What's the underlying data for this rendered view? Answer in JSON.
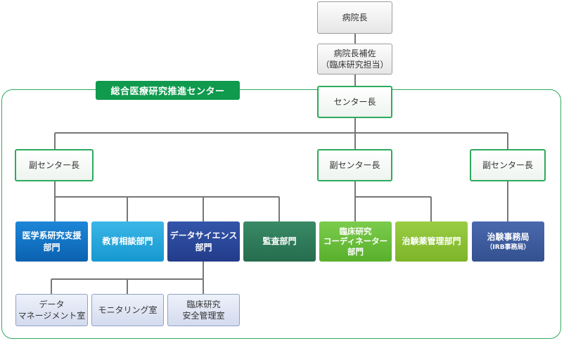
{
  "top": {
    "director": "病院長",
    "assistant_line1": "病院長補佐",
    "assistant_line2": "（臨床研究担当）"
  },
  "center": {
    "name": "総合医療研究推進センター",
    "head": "センター長",
    "deputies": [
      "副センター長",
      "副センター長",
      "副センター長"
    ]
  },
  "departments": [
    {
      "line1": "医学系研究支援",
      "line2": "部門",
      "color": "#0d72c6"
    },
    {
      "line1": "教育相談部門",
      "line2": "",
      "color": "#23a7dd"
    },
    {
      "line1": "データサイエンス",
      "line2": "部門",
      "color": "#27449a"
    },
    {
      "line1": "監査部門",
      "line2": "",
      "color": "#2c7a58"
    },
    {
      "line1": "臨床研究",
      "line2": "コーディネーター",
      "line3": "部門",
      "color": "#67bd3a"
    },
    {
      "line1": "治験薬管理部門",
      "line2": "",
      "color": "#8cc232"
    },
    {
      "line1": "治験事務局",
      "line2": "（IRB事務局）",
      "color": "#3c5a9e"
    }
  ],
  "subunits": [
    {
      "line1": "データ",
      "line2": "マネージメント室"
    },
    {
      "line1": "モニタリング室",
      "line2": ""
    },
    {
      "line1": "臨床研究",
      "line2": "安全管理室"
    }
  ]
}
